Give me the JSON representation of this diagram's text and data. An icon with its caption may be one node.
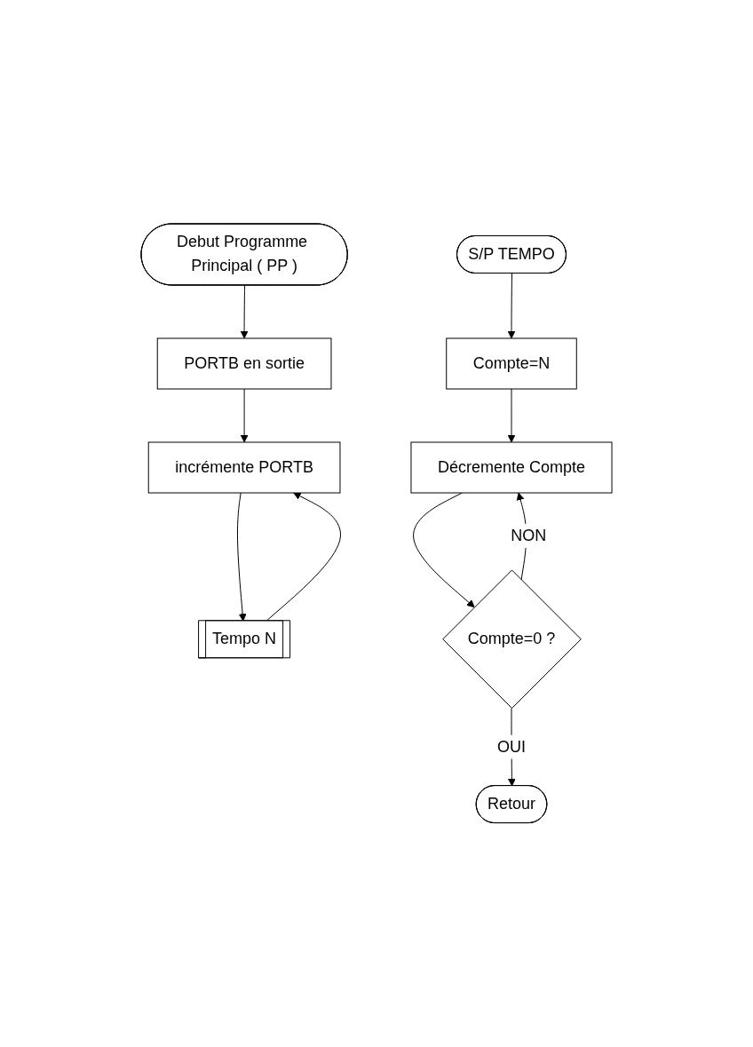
{
  "diagram": {
    "nodes": [
      {
        "text": [
          "Debut Programme Principal ( PP )"
        ]
      },
      {
        "text": [
          "PORTB en sortie"
        ]
      },
      {
        "text": [
          "incrémente PORTB"
        ]
      },
      {
        "text": [
          "Tempo N"
        ]
      },
      {
        "text": [
          "S/P TEMPO"
        ]
      },
      {
        "text": [
          "Compte=N"
        ]
      },
      {
        "text": [
          "Décremente Compte"
        ]
      },
      {
        "text": [
          "Compte=0 ?"
        ]
      },
      {
        "text": [
          "Retour"
        ]
      }
    ],
    "edges": [
      {
        "from": 0,
        "to": 1,
        "arrow": "to"
      },
      {
        "from": 1,
        "to": 2,
        "arrow": "to"
      },
      {
        "from": 2,
        "to": 3,
        "arrow": "to"
      },
      {
        "from": 3,
        "to": 2,
        "arrow": "to"
      },
      {
        "from": 4,
        "to": 5,
        "arrow": "to"
      },
      {
        "from": 5,
        "to": 6,
        "arrow": "to"
      },
      {
        "from": 6,
        "to": 7,
        "arrow": "to"
      },
      {
        "from": 7,
        "to": 6,
        "arrow": "to",
        "label": "NON"
      },
      {
        "from": 7,
        "to": 8,
        "arrow": "to",
        "label": "OUI"
      }
    ]
  }
}
